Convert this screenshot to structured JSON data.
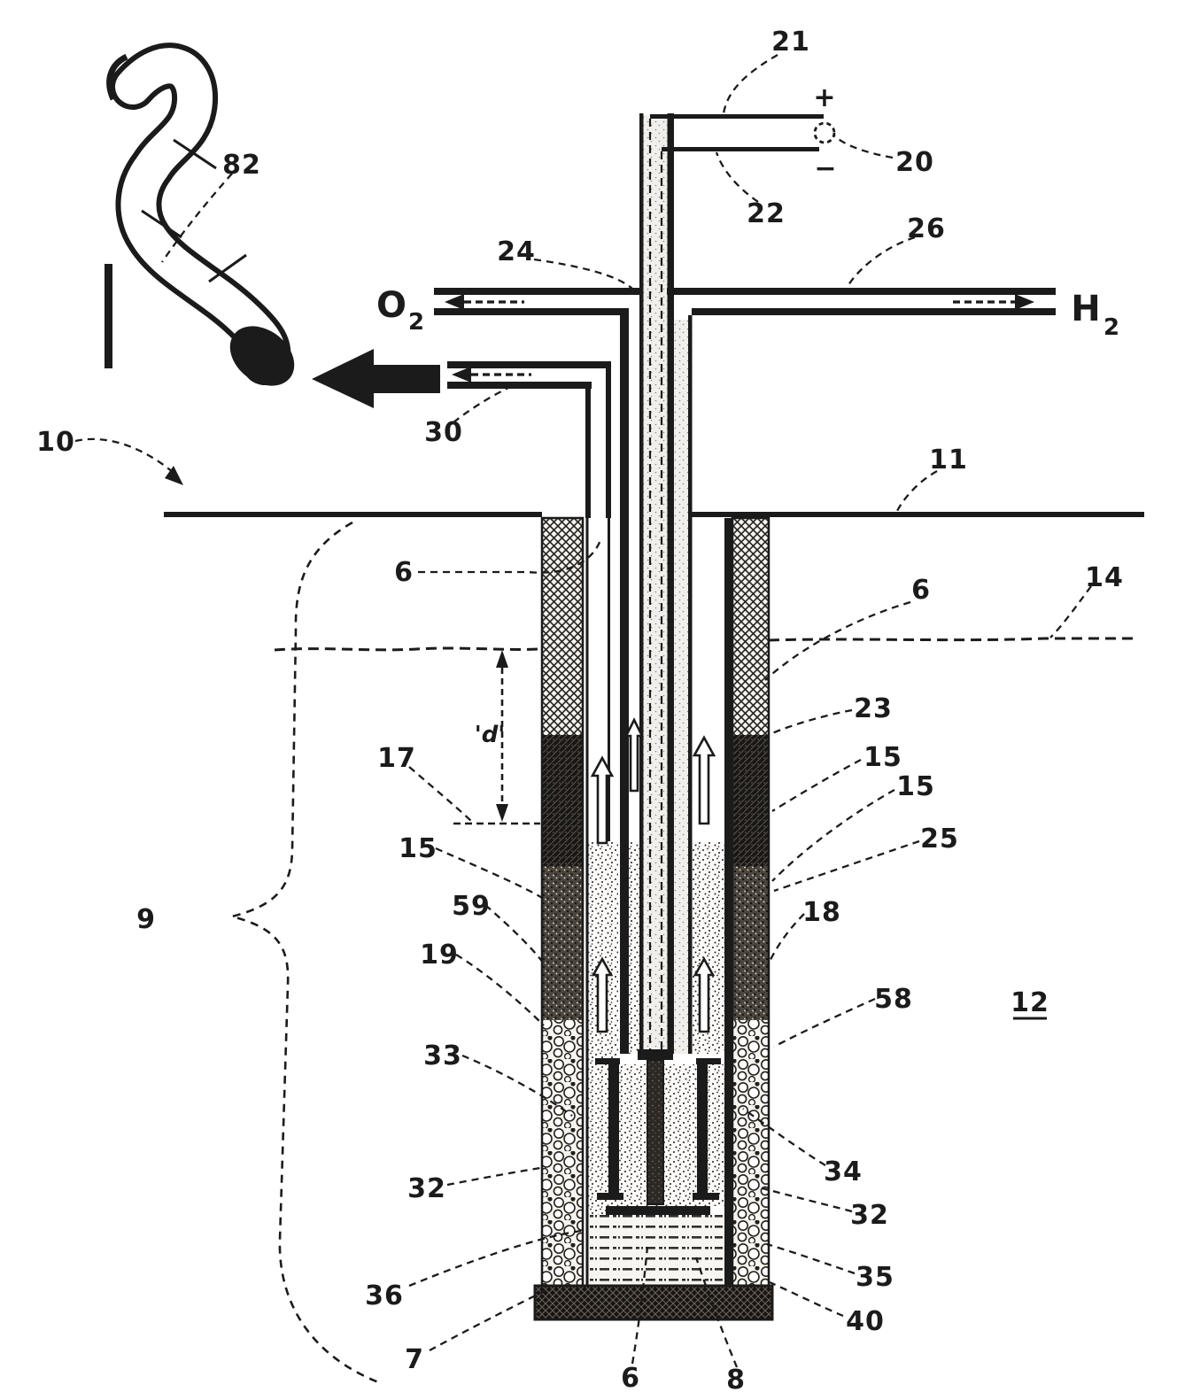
{
  "page": {
    "background": "#ffffff",
    "ink": "#1b1b1b"
  },
  "gas": {
    "left": {
      "symbol": "O",
      "subscript": "2"
    },
    "right": {
      "symbol": "H",
      "subscript": "2"
    }
  },
  "polarity": {
    "positive": "+",
    "negative": "−"
  },
  "dimension": {
    "depth_label": "'d'"
  },
  "assembly": {
    "underlined_ref": "12"
  },
  "refs": {
    "r21": "21",
    "r20": "20",
    "r22": "22",
    "r24": "24",
    "r26": "26",
    "r30": "30",
    "r10": "10",
    "r11": "11",
    "r82": "82",
    "r6_left": "6",
    "r6_right": "6",
    "r14": "14",
    "r17": "17",
    "r9": "9",
    "r23": "23",
    "r15_right_a": "15",
    "r15_right_b": "15",
    "r25": "25",
    "r18": "18",
    "r58": "58",
    "r15_left": "15",
    "r59": "59",
    "r19": "19",
    "r33": "33",
    "r32_left": "32",
    "r36": "36",
    "r7": "7",
    "r6_bottom": "6",
    "r8": "8",
    "r34": "34",
    "r32_right": "32",
    "r35": "35",
    "r40": "40"
  }
}
